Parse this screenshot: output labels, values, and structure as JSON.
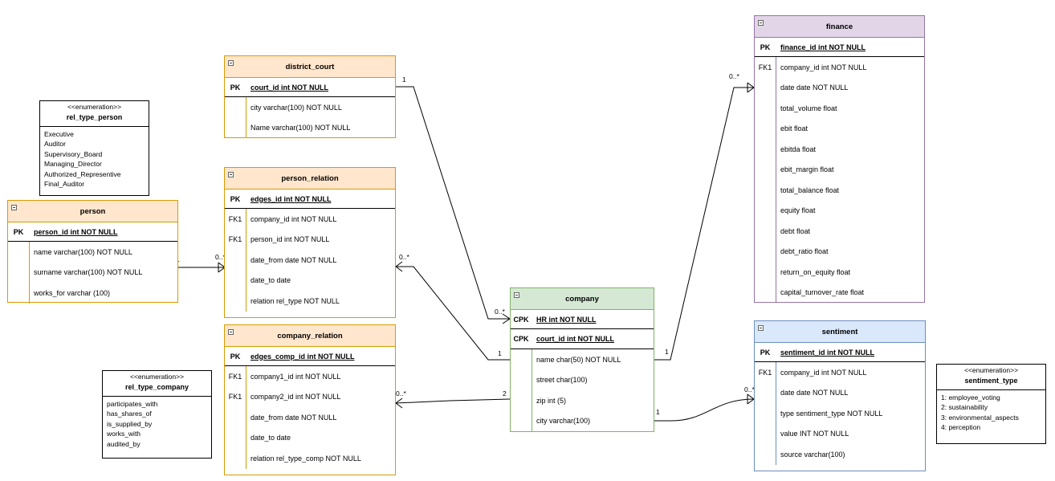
{
  "colors": {
    "orange_fill": "#ffe6cc",
    "orange_border": "#d79b00",
    "purple_fill": "#e1d5e7",
    "purple_border": "#9673a6",
    "green_fill": "#d5e8d4",
    "green_border": "#82b366",
    "blue_fill": "#dae8fc",
    "blue_border": "#6c8ebf"
  },
  "tables": {
    "district_court": {
      "title": "district_court",
      "pk": [
        {
          "key": "PK",
          "field": "court_id int NOT NULL"
        }
      ],
      "rows": [
        {
          "key": "",
          "field": "city varchar(100) NOT NULL"
        },
        {
          "key": "",
          "field": "Name varchar(100) NOT NULL"
        }
      ]
    },
    "person_relation": {
      "title": "person_relation",
      "pk": [
        {
          "key": "PK",
          "field": "edges_id int NOT NULL"
        }
      ],
      "rows": [
        {
          "key": "FK1",
          "field": "company_id int NOT NULL"
        },
        {
          "key": "FK1",
          "field": "person_id int NOT NULL"
        },
        {
          "key": "",
          "field": "date_from date NOT NULL"
        },
        {
          "key": "",
          "field": "date_to date"
        },
        {
          "key": "",
          "field": "relation rel_type NOT NULL"
        }
      ]
    },
    "company_relation": {
      "title": "company_relation",
      "pk": [
        {
          "key": "PK",
          "field": "edges_comp_id int NOT NULL"
        }
      ],
      "rows": [
        {
          "key": "FK1",
          "field": "company1_id int NOT NULL"
        },
        {
          "key": "FK1",
          "field": "company2_id int NOT NULL"
        },
        {
          "key": "",
          "field": "date_from date NOT NULL"
        },
        {
          "key": "",
          "field": "date_to date"
        },
        {
          "key": "",
          "field": "relation rel_type_comp NOT NULL"
        }
      ]
    },
    "person": {
      "title": "person",
      "pk": [
        {
          "key": "PK",
          "field": "person_id int NOT NULL"
        }
      ],
      "rows": [
        {
          "key": "",
          "field": "name varchar(100)  NOT NULL"
        },
        {
          "key": "",
          "field": "surname varchar(100) NOT NULL"
        },
        {
          "key": "",
          "field": "works_for varchar (100)"
        }
      ]
    },
    "company": {
      "title": "company",
      "pk": [
        {
          "key": "CPK",
          "field": "HR int NOT NULL"
        },
        {
          "key": "CPK",
          "field": "court_id int NOT NULL"
        }
      ],
      "rows": [
        {
          "key": "",
          "field": "name char(50) NOT NULL"
        },
        {
          "key": "",
          "field": "street char(100)"
        },
        {
          "key": "",
          "field": "zip int (5)"
        },
        {
          "key": "",
          "field": "city varchar(100)"
        }
      ]
    },
    "finance": {
      "title": "finance",
      "pk": [
        {
          "key": "PK",
          "field": "finance_id int NOT NULL"
        }
      ],
      "rows": [
        {
          "key": "FK1",
          "field": "company_id int NOT NULL"
        },
        {
          "key": "",
          "field": "date date NOT NULL"
        },
        {
          "key": "",
          "field": "total_volume float"
        },
        {
          "key": "",
          "field": "ebit float"
        },
        {
          "key": "",
          "field": "ebitda float"
        },
        {
          "key": "",
          "field": "ebit_margin float"
        },
        {
          "key": "",
          "field": "total_balance float"
        },
        {
          "key": "",
          "field": "equity float"
        },
        {
          "key": "",
          "field": "debt float"
        },
        {
          "key": "",
          "field": "debt_ratio float"
        },
        {
          "key": "",
          "field": "return_on_equity float"
        },
        {
          "key": "",
          "field": "capital_turnover_rate float"
        }
      ]
    },
    "sentiment": {
      "title": "sentiment",
      "pk": [
        {
          "key": "PK",
          "field": "sentiment_id int NOT NULL"
        }
      ],
      "rows": [
        {
          "key": "FK1",
          "field": "company_id int NOT NULL"
        },
        {
          "key": "",
          "field": "date date NOT NULL"
        },
        {
          "key": "",
          "field": "type sentiment_type NOT NULL"
        },
        {
          "key": "",
          "field": "value INT NOT NULL"
        },
        {
          "key": "",
          "field": "source varchar(100)"
        }
      ]
    }
  },
  "enums": {
    "rel_type_person": {
      "stereotype": "<<enumeration>>",
      "name": "rel_type_person",
      "values": [
        "Executive",
        "Auditor",
        "Supervisory_Board",
        "Managing_Director",
        "Authorized_Representive",
        "Final_Auditor"
      ]
    },
    "rel_type_company": {
      "stereotype": "<<enumeration>>",
      "name": "rel_type_company",
      "values": [
        "participates_with",
        "has_shares_of",
        "is_supplied_by",
        "works_with",
        "audited_by"
      ]
    },
    "sentiment_type": {
      "stereotype": "<<enumeration>>",
      "name": "sentiment_type",
      "values": [
        "1: employee_voting",
        "2: sustainability",
        "3: environmental_aspects",
        "4: perception"
      ]
    }
  },
  "edge_labels": {
    "court_one": "1",
    "court_company_many": "0..*",
    "finance_many": "0..*",
    "company_finance_one": "1",
    "finance_stray_one": "1",
    "person_one": "1",
    "person_relation_left_many": "0..*",
    "person_relation_right_many": "0..*",
    "company_pr_one": "1",
    "company_relation_many": "0..*",
    "company_cr_two": "2",
    "company_sent_one": "1",
    "sentiment_many": "0..*"
  }
}
